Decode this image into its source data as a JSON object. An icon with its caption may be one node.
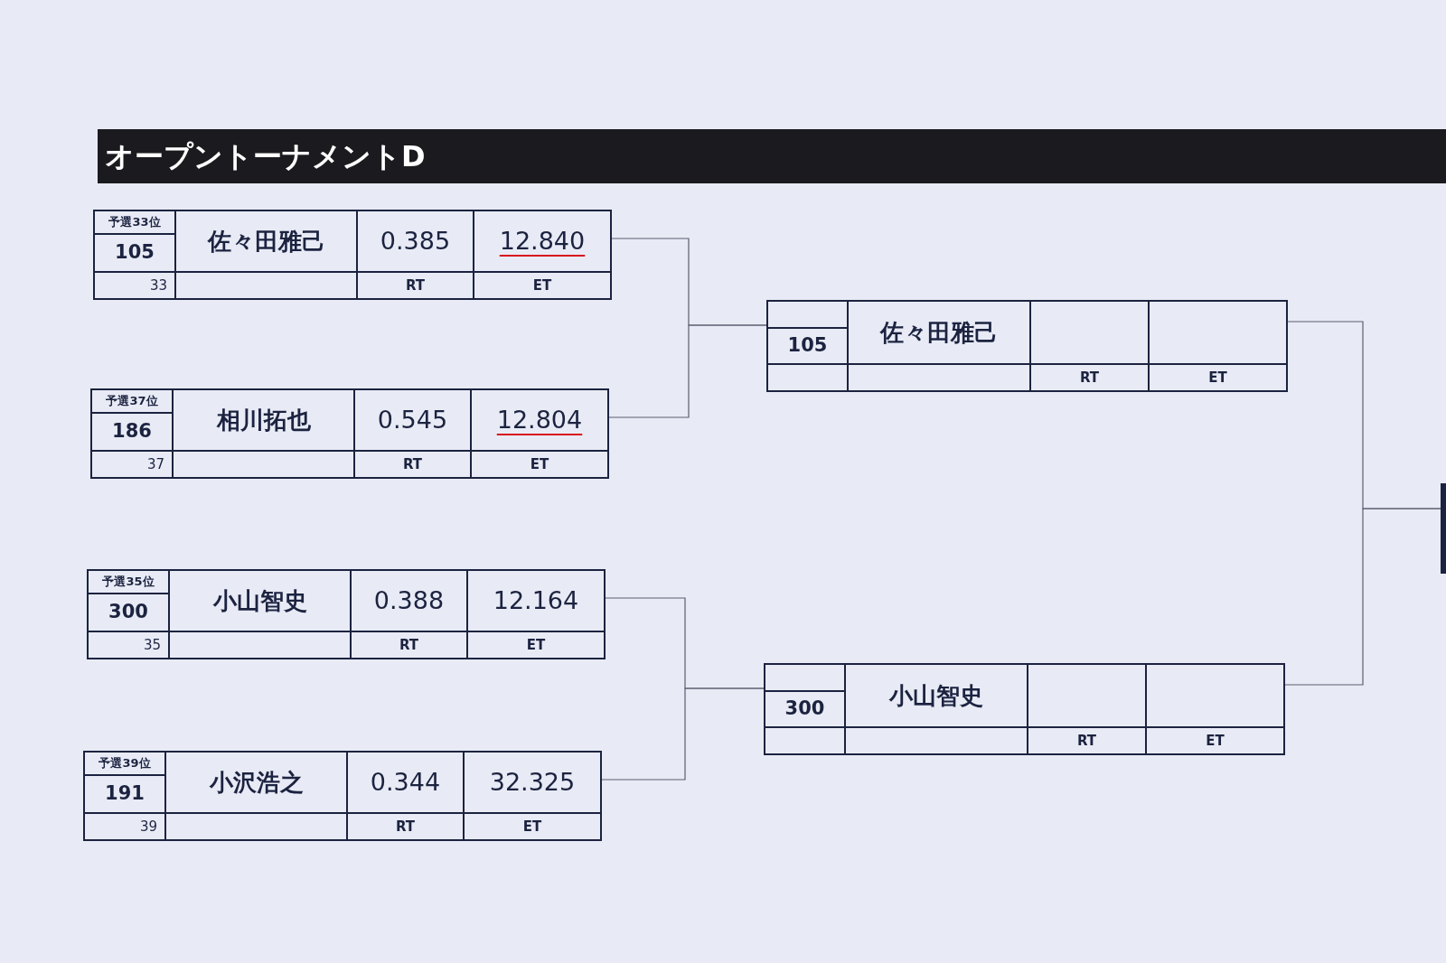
{
  "diagram": {
    "title": "オープントーナメントD",
    "nodes": [
      {
        "text": [
          "予選33位",
          "105",
          "33",
          "佐々田雅己",
          "0.385",
          "12.840",
          "RT",
          "ET"
        ]
      },
      {
        "text": [
          "予選37位",
          "186",
          "37",
          "相川拓也",
          "0.545",
          "12.804",
          "RT",
          "ET"
        ]
      },
      {
        "text": [
          "予選35位",
          "300",
          "35",
          "小山智史",
          "0.388",
          "12.164",
          "RT",
          "ET"
        ]
      },
      {
        "text": [
          "予選39位",
          "191",
          "39",
          "小沢浩之",
          "0.344",
          "32.325",
          "RT",
          "ET"
        ]
      },
      {
        "text": [
          "105",
          "佐々田雅己",
          "RT",
          "ET"
        ]
      },
      {
        "text": [
          "300",
          "小山智史",
          "RT",
          "ET"
        ]
      },
      {
        "text": [],
        "shape": "box"
      }
    ],
    "edges": [
      {
        "from": 0,
        "to": 4,
        "arrow": "none"
      },
      {
        "from": 1,
        "to": 4,
        "arrow": "none"
      },
      {
        "from": 2,
        "to": 5,
        "arrow": "none"
      },
      {
        "from": 3,
        "to": 5,
        "arrow": "none"
      },
      {
        "from": 4,
        "to": 6,
        "arrow": "none"
      },
      {
        "from": 5,
        "to": 6,
        "arrow": "none"
      }
    ]
  }
}
